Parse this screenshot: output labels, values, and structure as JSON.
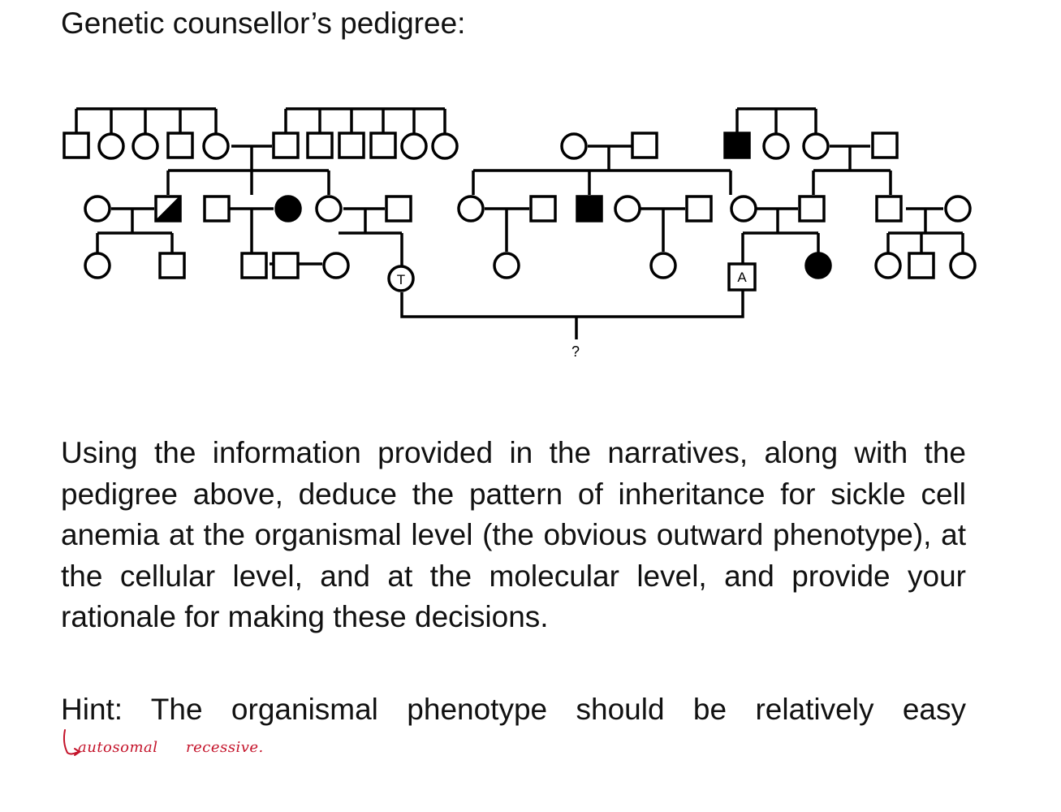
{
  "heading": "Genetic counsellor’s pedigree:",
  "pedigree": {
    "labels": {
      "tested": "T",
      "affected_partner": "A",
      "unknown_child": "?"
    },
    "colors": {
      "line": "#000000",
      "affected_fill": "#000000",
      "unaffected_fill": "#ffffff"
    }
  },
  "paragraph": "Using the information provided in the narratives, along with the pedigree above, deduce the pattern of inheritance for sickle cell anemia at the organismal level (the obvious outward phenotype), at the cellular level, and at the molecular level, and provide your rationale for making these decisions.",
  "hint": "Hint: The organismal phenotype should be relatively easy",
  "annotation": {
    "word1": "autosomal",
    "word2": "recessive.",
    "color": "#c4132a"
  }
}
